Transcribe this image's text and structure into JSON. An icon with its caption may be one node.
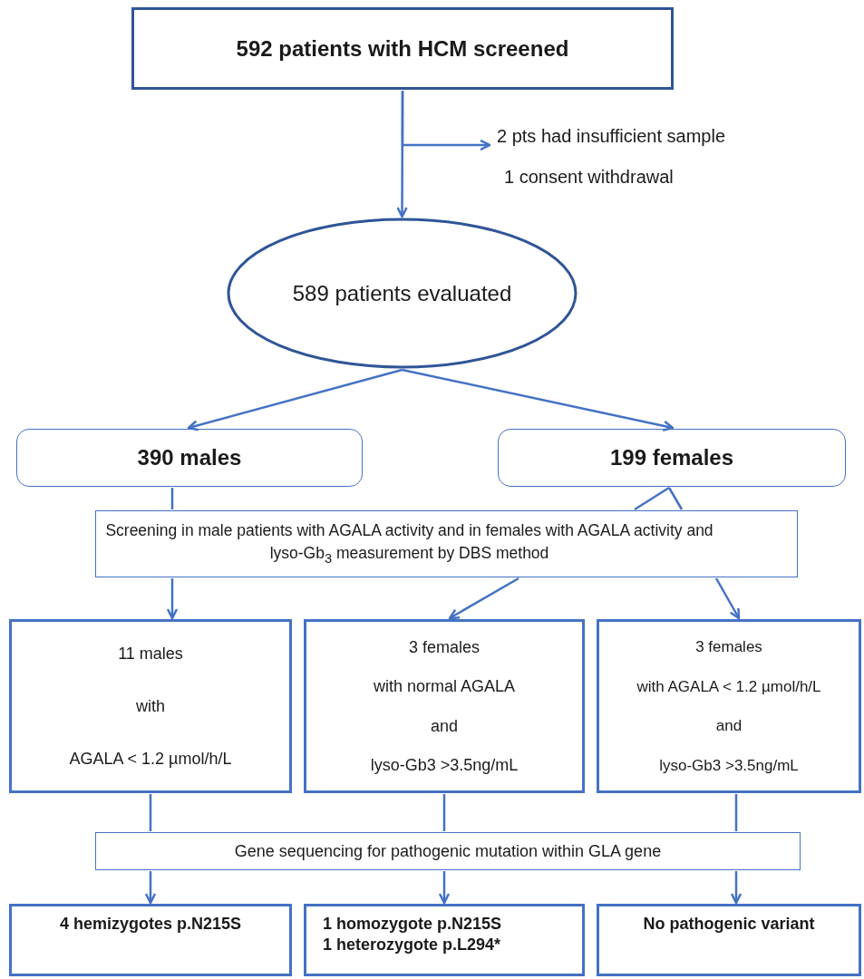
{
  "diagram": {
    "nodes": [
      {
        "text": [
          "592 patients with HCM  screened"
        ]
      },
      {
        "text": [
          "2 pts had insufficient sample",
          "1  consent  withdrawal"
        ]
      },
      {
        "text": [
          "589 patients  evaluated"
        ]
      },
      {
        "text": [
          "390 males"
        ]
      },
      {
        "text": [
          "199 females"
        ]
      },
      {
        "text": [
          "Screening in male patients with AGALA activity and in females with AGALA activity and lyso-Gb$_{3}$ measurement by DBS method"
        ]
      },
      {
        "text": [
          "11 males",
          "with",
          "AGALA < 1.2 µmol/h/L"
        ]
      },
      {
        "text": [
          "3 females",
          "with normal AGALA",
          "and",
          "lyso-Gb3 >3.5ng/mL"
        ]
      },
      {
        "text": [
          "3 females",
          "with AGALA < 1.2 µmol/h/L",
          "and",
          "lyso-Gb3 >3.5ng/mL"
        ]
      },
      {
        "text": [
          "Gene sequencing for pathogenic mutation within GLA gene"
        ]
      },
      {
        "text": [
          "4 hemizygotes p.N215S"
        ]
      },
      {
        "text": [
          "1 homozygote p.N215S",
          "1 heterozygote p.L294*"
        ]
      },
      {
        "text": [
          "No pathogenic variant"
        ]
      }
    ],
    "edges": [
      {
        "from": 0,
        "to": 2,
        "arrow": "to"
      },
      {
        "from": 0,
        "to": 1,
        "arrow": "to"
      },
      {
        "from": 2,
        "to": 3,
        "arrow": "to"
      },
      {
        "from": 2,
        "to": 4,
        "arrow": "to"
      },
      {
        "from": 3,
        "to": 5,
        "arrow": "none"
      },
      {
        "from": 4,
        "to": 5,
        "arrow": "none"
      },
      {
        "from": 4,
        "to": 5,
        "arrow": "none"
      },
      {
        "from": 5,
        "to": 6,
        "arrow": "to"
      },
      {
        "from": 5,
        "to": 7,
        "arrow": "to"
      },
      {
        "from": 5,
        "to": 8,
        "arrow": "to"
      },
      {
        "from": 6,
        "to": 9,
        "arrow": "none"
      },
      {
        "from": 7,
        "to": 9,
        "arrow": "none"
      },
      {
        "from": 8,
        "to": 9,
        "arrow": "none"
      },
      {
        "from": 9,
        "to": 10,
        "arrow": "to"
      },
      {
        "from": 9,
        "to": 11,
        "arrow": "to"
      },
      {
        "from": 9,
        "to": 12,
        "arrow": "to"
      }
    ]
  }
}
